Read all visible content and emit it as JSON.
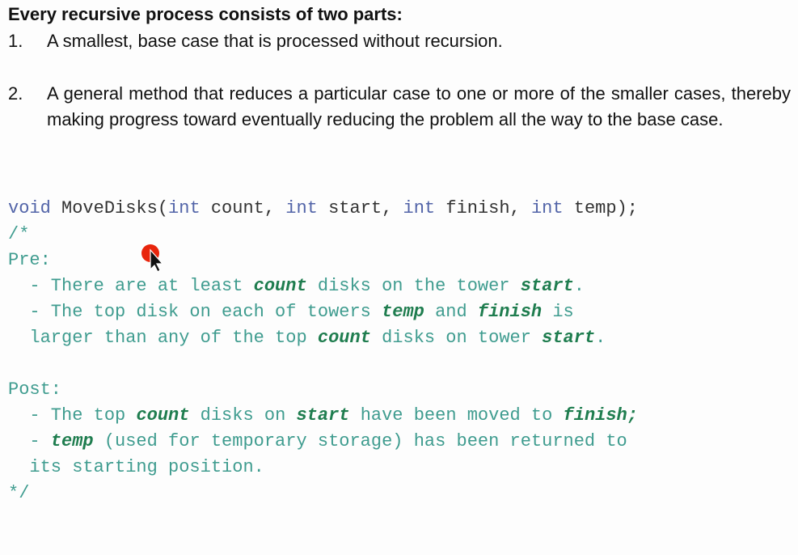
{
  "heading": "Every recursive process consists of two parts:",
  "items": [
    {
      "num": "1.",
      "text": "A smallest, base case that is processed without recursion."
    },
    {
      "num": "2.",
      "text": "A general method that reduces a particular case to one or more of the smaller cases, thereby making progress toward eventually reducing the problem all the way to the base case."
    }
  ],
  "code": {
    "signature": {
      "kw_void": "void",
      "func": "MoveDisks(",
      "kw_int1": "int",
      "p1": " count, ",
      "kw_int2": "int",
      "p2": " start, ",
      "kw_int3": "int",
      "p3": " finish, ",
      "kw_int4": "int",
      "p4": " temp);"
    },
    "comment_open": "/*",
    "pre_label": "Pre:",
    "pre1": {
      "a": "  - There are at least ",
      "b": "count",
      "c": " disks on the tower ",
      "d": "start",
      "e": "."
    },
    "pre2": {
      "a": "  - The top disk on each of towers ",
      "b": "temp",
      "c": " and ",
      "d": "finish",
      "e": " is"
    },
    "pre3": {
      "a": "  larger than any of the top ",
      "b": "count",
      "c": " disks on tower ",
      "d": "start",
      "e": "."
    },
    "post_label": "Post:",
    "post1": {
      "a": "  - The top ",
      "b": "count",
      "c": " disks on ",
      "d": "start",
      "e": " have been moved to ",
      "f": "finish",
      "g": ";"
    },
    "post2": {
      "a": "  - ",
      "b": "temp",
      "c": " (used for temporary storage) has been returned to"
    },
    "post3": "  its starting position.",
    "comment_close": "*/"
  },
  "colors": {
    "keyword": "#5264a8",
    "comment": "#3f9c8f",
    "comment_bold": "#1f7d4f",
    "cursor_dot": "#e8250c"
  },
  "icons": {
    "cursor": "mouse-pointer-icon"
  }
}
